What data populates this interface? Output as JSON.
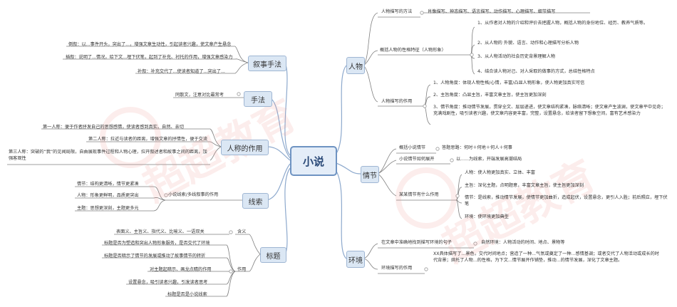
{
  "center": "小说",
  "watermark": "超超教育",
  "right": {
    "renwu": {
      "title": "人物",
      "miaoxie_label": "人物描写的方法",
      "miaoxie_items": "肖像描写、神态描写、语言描写、动作描写、心理描写、细节描写",
      "xingge_label": "概括人物的性格特征（人物形象）",
      "xingge_items": [
        "1、从作者对人物的介绍和评价去把握人物，概括人物的身份地位、经历、教养气质等。",
        "2、从人物的 外貌、语言、动作和心理描写分析人物",
        "3、从人物活动的社会历史背景理解人物",
        "4、结合读人物对己、对人采取的做事的方式，总结性格特点"
      ],
      "zuoyong_label": "人物描写的作用",
      "zuoyong_items": [
        "1、人物角度：体现人物性格/心情，丰富/凸显人物形象，使人物更加真实可信",
        "2、主旨角度：凸显主旨，丰富文章主旨，使主旨更加深刻",
        "3、情节角度：推动情节发展，贯穿全文、层层递进，使文章结构紧凑，脉络清晰；使文章产生波澜，使文章平中见奇；充满戏剧性，吸引读者兴趣，使文章内容更丰富，完整，设置悬念，给读者留下想象空间，富有艺术感染力"
      ]
    },
    "qingjie": {
      "title": "情节",
      "gaikuo_label": "概括小说情节",
      "gaikuo_item": "答题思路：何时＋何地＋何人＋何事",
      "zhankai_label": "小说情节如何展开",
      "zhankai_item": "以......为线索，开端发展高潮结局",
      "zuoyong_label": "某某情节有什么作用",
      "zuoyong_items": [
        "人物：使人物更加真实、立体、丰富",
        "主旨：深化主题，点明题意，丰富文章主旨，使主旨更加深刻",
        "情节：是线索，推动情节发展，使情节更加曲折，造成起伏，设置悬念，更引人入胜；前后照应，埋下伏笔",
        "环境：使环境更加典型"
      ]
    },
    "huanjing": {
      "title": "环境",
      "juzi_label": "在文章中准确地找到描写环境的句子",
      "juzi_item": "自然环境：人物活动的时间、地点、景物等",
      "zuoyong_label": "环境描写的作用",
      "zuoyong_item": "XX具体描写了...景色，交代时间地点；营造了一种...气氛或奠定了一种...感情基调；或者交代了人物活动或成长的时代背景；烘托了人物...的性格，为下文...情节展开作铺垫，推动...的情节发展，深化了文章主题。"
    }
  },
  "left": {
    "xushi": {
      "title": "叙事手法",
      "items": [
        "倒叙：以...事件开头，突出了...，增强文章生动性，引起读者兴趣，使文章产生悬念",
        "插叙：说明了...情况，给下文...埋下伏笔，起到了补充、衬托的作用，增强文章感染力",
        "补叙：补充交代了...使读者知道了...突出了..."
      ]
    },
    "shoufa": {
      "title": "手法",
      "item": "同散文，注意对比最常考"
    },
    "renchen": {
      "title": "人称的作用",
      "items": [
        "第一人称：便于作者抒发自己的思想感情，使读者感到真实、自然、亲切",
        "第二人称：拉近与读者的距离，增强文章的抒情性，便于交流",
        "第三人称：突破的“我”的见闻局限，自由展现事件过程和人物心理，拉开叙述者和故事之间的距离，加强客观性"
      ]
    },
    "xiansuo": {
      "title": "线索",
      "sub": "小说线索/多线叙事的作用",
      "items": [
        "情节：结构更清晰，情节更紧凑",
        "人物：形象更鲜明，品质更突出",
        "主题：思想更深刻，主题更多元"
      ]
    },
    "biaoti": {
      "title": "标题",
      "hanyi_label": "含义",
      "hanyi_item": "表面义、主旨义、指代义、比喻义、一语双关",
      "zuoyong_label": "作用",
      "zuoyong_items": [
        "标题是否为塑造和突出人物形象服务，是否交代了环境",
        "标题是否暗示了情节的发展或推动了故事情节的转折",
        "对主题起暗示、画龙点睛的作用",
        "设置悬念，吸引读者兴趣，引发读者思考",
        "标题是否是小说线索"
      ]
    }
  }
}
